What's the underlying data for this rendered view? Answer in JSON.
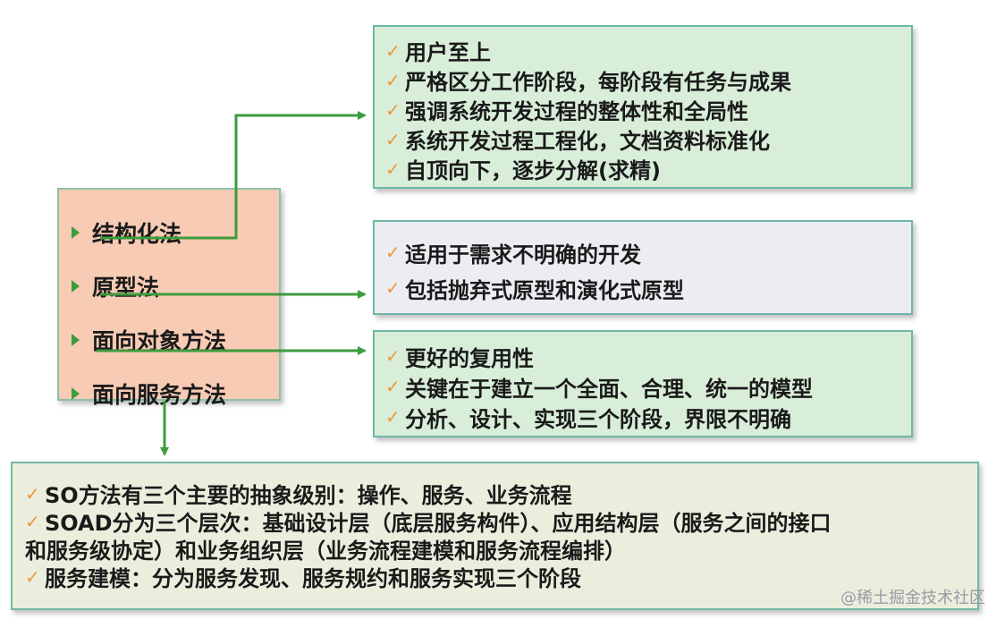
{
  "methods": [
    {
      "label": "结构化法"
    },
    {
      "label": "原型法"
    },
    {
      "label": "面向对象方法"
    },
    {
      "label": "面向服务方法"
    }
  ],
  "structured_features": [
    "用户至上",
    "严格区分工作阶段，每阶段有任务与成果",
    "强调系统开发过程的整体性和全局性",
    "系统开发过程工程化，文档资料标准化",
    "自顶向下，逐步分解(求精)"
  ],
  "prototype_features": [
    "适用于需求不明确的开发",
    "包括抛弃式原型和演化式原型"
  ],
  "oo_features": [
    "更好的复用性",
    "关键在于建立一个全面、合理、统一的模型",
    "分析、设计、实现三个阶段，界限不明确"
  ],
  "service_features": {
    "item1": "SO方法有三个主要的抽象级别：操作、服务、业务流程",
    "item2_line1": "SOAD分为三个层次：基础设计层（底层服务构件）、应用结构层（服务之间的接口",
    "item2_line2": "和服务级协定）和业务组织层（业务流程建模和服务流程编排）",
    "item3": "服务建模：分为服务发现、服务规约和服务实现三个阶段"
  },
  "check_glyph": "✓",
  "watermark": "@稀土掘金技术社区",
  "colors": {
    "arrow": "#3d9c3d",
    "check": "#e89a3a",
    "green_box": "#d9eed9",
    "gray_box": "#ecedf2",
    "salmon_box": "#f7cbb4",
    "beige_box": "#eceedd"
  }
}
